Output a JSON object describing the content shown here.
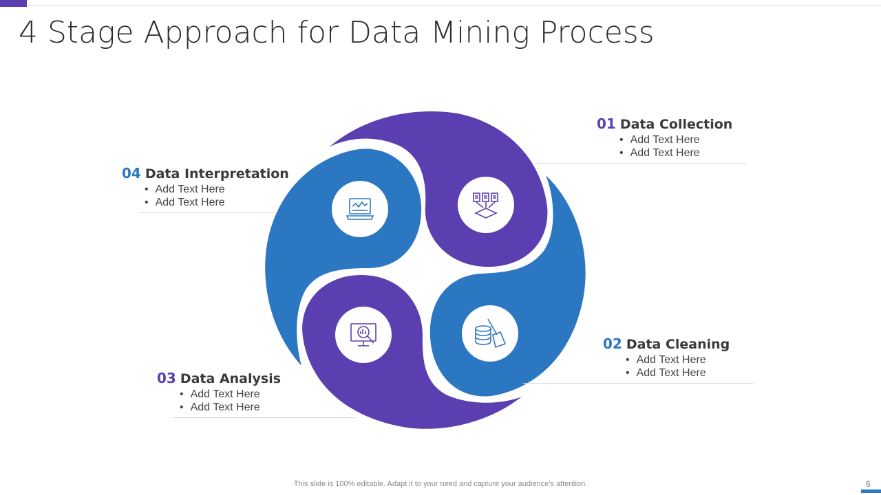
{
  "title": "4 Stage Approach for Data Mining Process",
  "colors": {
    "purple": "#5b3fb0",
    "blue": "#2b77c2",
    "separator": "#d9d9d9"
  },
  "stages": [
    {
      "num": "01",
      "label": "Data Collection",
      "bullets": [
        "Add Text Here",
        "Add Text Here"
      ],
      "icon": "database-servers-icon"
    },
    {
      "num": "02",
      "label": "Data Cleaning",
      "bullets": [
        "Add Text Here",
        "Add Text Here"
      ],
      "icon": "database-broom-icon"
    },
    {
      "num": "03",
      "label": "Data Analysis",
      "bullets": [
        "Add Text Here",
        "Add Text Here"
      ],
      "icon": "monitor-magnifier-icon"
    },
    {
      "num": "04",
      "label": "Data Interpretation",
      "bullets": [
        "Add Text Here",
        "Add Text Here"
      ],
      "icon": "laptop-chart-icon"
    }
  ],
  "footer": "This slide is 100% editable. Adapt it to your need and capture your audience's attention.",
  "page_number": "6"
}
